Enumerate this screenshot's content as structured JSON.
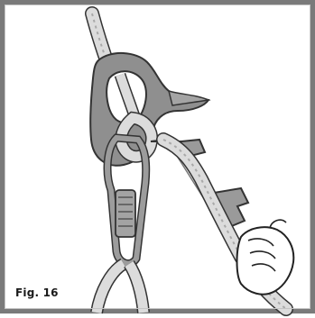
{
  "figure": {
    "caption": "Fig. 16"
  },
  "colors": {
    "frame": "#7a7a7a",
    "metal": "#8e8e8e",
    "metal_dark": "#555555",
    "rope": "#d9d9d9",
    "outline": "#333333"
  },
  "illustration": {
    "elements": [
      "climbing-rope",
      "belay-device",
      "locking-carabiner",
      "sling",
      "belayer-hand"
    ]
  }
}
